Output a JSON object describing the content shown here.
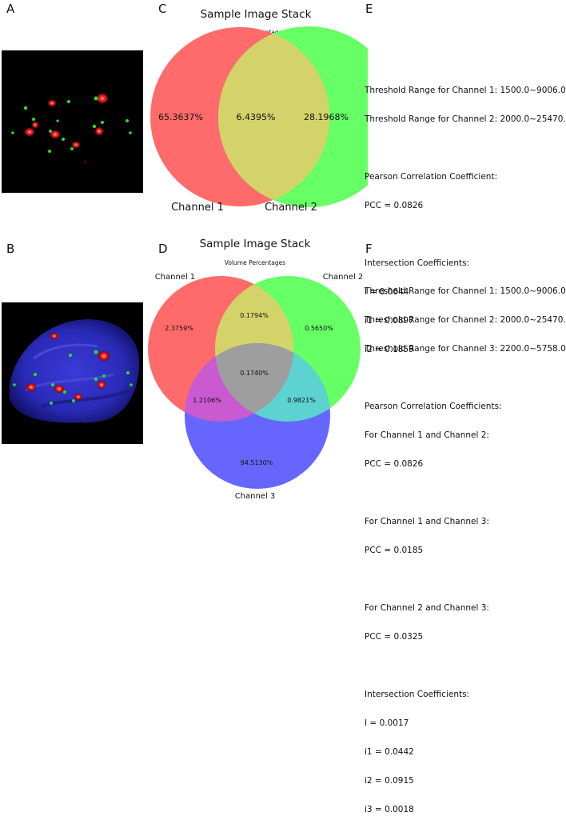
{
  "panels": {
    "A": "A",
    "B": "B",
    "C": "C",
    "D": "D",
    "E": "E",
    "F": "F"
  },
  "venn2": {
    "title": "Sample Image Stack",
    "subtitle": "Volume Percentages",
    "left_pct": "65.3637%",
    "middle_pct": "6.4395%",
    "right_pct": "28.1968%",
    "label_1": "Channel 1",
    "label_2": "Channel 2",
    "colors": {
      "c1": "#ff6b6b",
      "c2": "#66ff66",
      "overlap": "#d4d36a"
    }
  },
  "venn3": {
    "title": "Sample Image Stack",
    "subtitle": "Volume Percentages",
    "only1": "2.3759%",
    "only2": "0.5650%",
    "only3": "94.5130%",
    "r12": "0.1794%",
    "r13": "1.2106%",
    "r23": "0.9821%",
    "r123": "0.1740%",
    "label_1": "Channel 1",
    "label_2": "Channel 2",
    "label_3": "Channel 3",
    "colors": {
      "c1": "#ff6b6b",
      "c2": "#66ff66",
      "c3": "#6666ff"
    }
  },
  "info_e": {
    "thr1": "Threshold Range for Channel 1: 1500.0~9006.0",
    "thr2": "Threshold Range for Channel 2: 2000.0~25470.0",
    "pcc_title": "Pearson Correlation Coefficient:",
    "pcc": "PCC = 0.0826",
    "ic_title": "Intersection Coefficients:",
    "I": "I = 0.0644",
    "i1": "i1 = 0.0897",
    "i2": "i2 = 0.1859"
  },
  "info_f": {
    "thr1": "Threshold Range for Channel 1: 1500.0~9006.0",
    "thr2": "Threshold Range for Channel 2: 2000.0~25470.0",
    "thr3": "Threshold Range for Channel 3: 2200.0~5758.0",
    "pcc_title": "Pearson Correlation Coefficients:",
    "pair12": "For Channel 1 and Channel 2:",
    "pcc12": "PCC = 0.0826",
    "pair13": "For Channel 1 and Channel 3:",
    "pcc13": "PCC = 0.0185",
    "pair23": "For Channel 2 and Channel 3:",
    "pcc23": "PCC = 0.0325",
    "ic_title": "Intersection Coefficients:",
    "I": "I = 0.0017",
    "i1": "i1 = 0.0442",
    "i2": "i2 = 0.0915",
    "i3": "i3 = 0.0018"
  }
}
